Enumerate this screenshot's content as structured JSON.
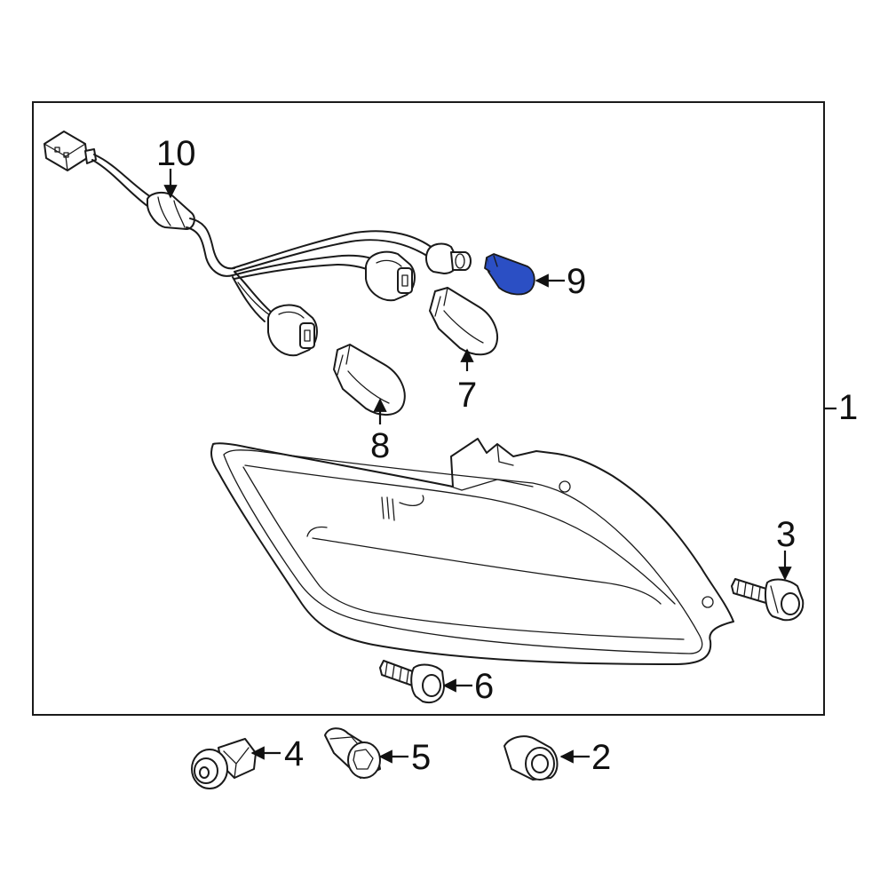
{
  "diagram": {
    "highlight_color": "#2b4fc4",
    "callouts": {
      "c1": "1",
      "c2": "2",
      "c3": "3",
      "c4": "4",
      "c5": "5",
      "c6": "6",
      "c7": "7",
      "c8": "8",
      "c9": "9",
      "c10": "10"
    }
  }
}
